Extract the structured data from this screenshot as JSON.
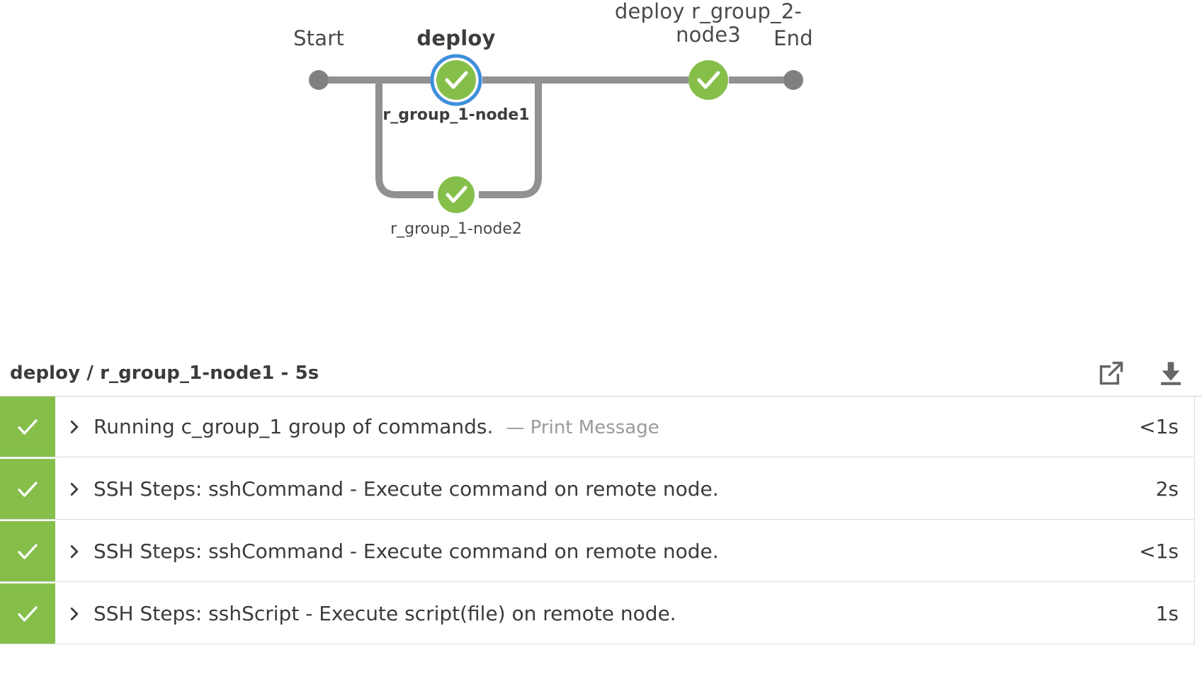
{
  "graph": {
    "stages": [
      {
        "title": "Start",
        "bold": false
      },
      {
        "title": "deploy",
        "bold": true
      },
      {
        "title": "deploy r_group_2-\nnode3",
        "bold": false
      },
      {
        "title": "End",
        "bold": false
      }
    ],
    "nodes": [
      {
        "id": "start",
        "kind": "terminal",
        "label": "",
        "status": "idle"
      },
      {
        "id": "node1",
        "kind": "step",
        "label": "r_group_1-node1",
        "status": "success",
        "selected": true
      },
      {
        "id": "node2",
        "kind": "step",
        "label": "r_group_1-node2",
        "status": "success",
        "selected": false
      },
      {
        "id": "node3",
        "kind": "step",
        "label": "",
        "status": "success",
        "selected": false
      },
      {
        "id": "end",
        "kind": "terminal",
        "label": "",
        "status": "idle"
      }
    ],
    "colors": {
      "success": "#85bf4a",
      "selection_ring": "#3d8fdd",
      "edge": "#919191",
      "terminal": "#808080"
    }
  },
  "log": {
    "title": "deploy / r_group_1-node1 - 5s",
    "actions": [
      {
        "name": "open-in-new-window",
        "label": "Open in new window"
      },
      {
        "name": "download-logs",
        "label": "Download logs"
      }
    ],
    "rows": [
      {
        "status": "success",
        "text": "Running c_group_1 group of commands.",
        "meta": "— Print Message",
        "duration": "<1s"
      },
      {
        "status": "success",
        "text": "SSH Steps: sshCommand - Execute command on remote node.",
        "meta": "",
        "duration": "2s"
      },
      {
        "status": "success",
        "text": "SSH Steps: sshCommand - Execute command on remote node.",
        "meta": "",
        "duration": "<1s"
      },
      {
        "status": "success",
        "text": "SSH Steps: sshScript - Execute script(file) on remote node.",
        "meta": "",
        "duration": "1s"
      }
    ]
  }
}
